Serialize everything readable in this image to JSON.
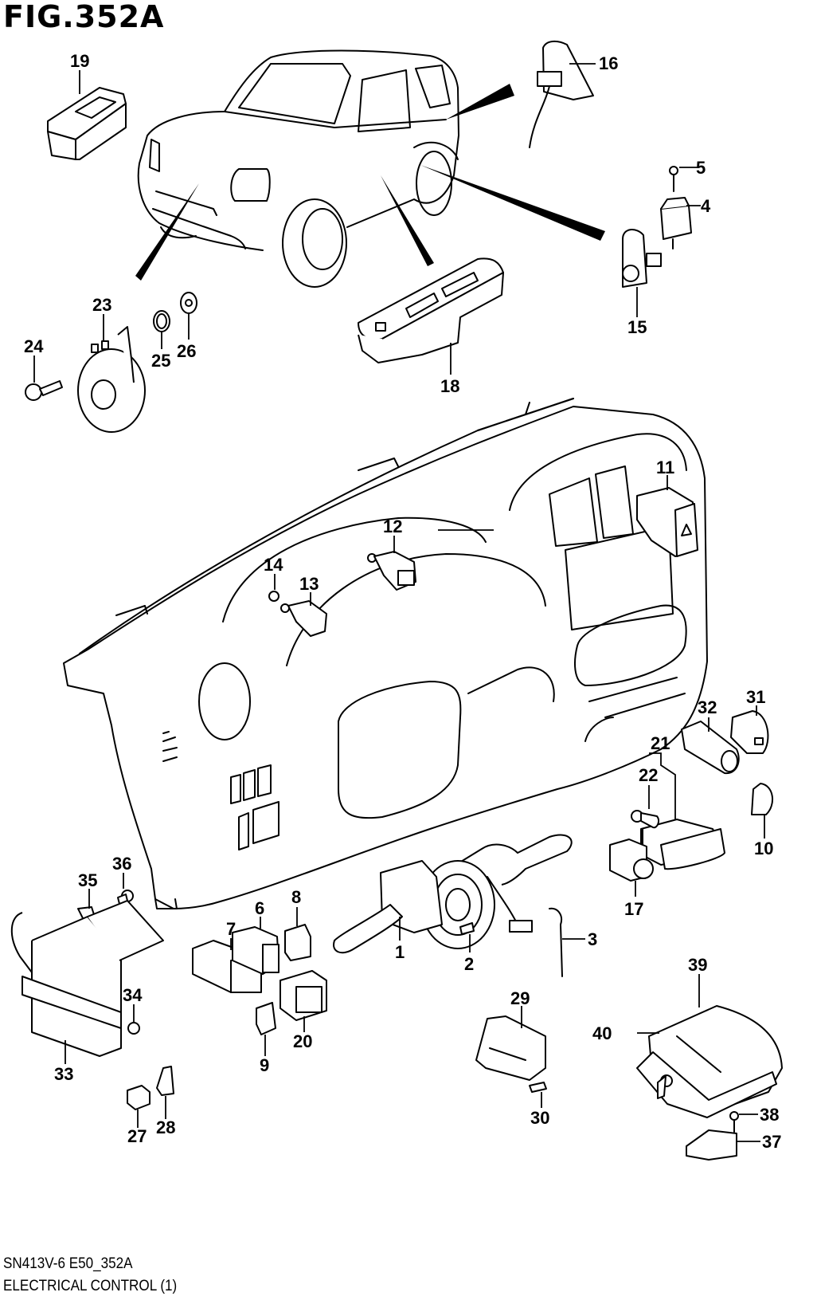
{
  "figure": {
    "id": "FIG.352A",
    "code": "SN413V-6 E50_352A",
    "title": "ELECTRICAL CONTROL (1)"
  },
  "callouts": [
    {
      "key": "p1",
      "label": "1"
    },
    {
      "key": "p2",
      "label": "2"
    },
    {
      "key": "p3",
      "label": "3"
    },
    {
      "key": "p4",
      "label": "4"
    },
    {
      "key": "p5",
      "label": "5"
    },
    {
      "key": "p6",
      "label": "6"
    },
    {
      "key": "p7",
      "label": "7"
    },
    {
      "key": "p8",
      "label": "8"
    },
    {
      "key": "p9",
      "label": "9"
    },
    {
      "key": "p10",
      "label": "10"
    },
    {
      "key": "p11",
      "label": "11"
    },
    {
      "key": "p12",
      "label": "12"
    },
    {
      "key": "p13",
      "label": "13"
    },
    {
      "key": "p14",
      "label": "14"
    },
    {
      "key": "p15",
      "label": "15"
    },
    {
      "key": "p16",
      "label": "16"
    },
    {
      "key": "p17",
      "label": "17"
    },
    {
      "key": "p18",
      "label": "18"
    },
    {
      "key": "p19",
      "label": "19"
    },
    {
      "key": "p20",
      "label": "20"
    },
    {
      "key": "p21",
      "label": "21"
    },
    {
      "key": "p22",
      "label": "22"
    },
    {
      "key": "p23",
      "label": "23"
    },
    {
      "key": "p24",
      "label": "24"
    },
    {
      "key": "p25",
      "label": "25"
    },
    {
      "key": "p26",
      "label": "26"
    },
    {
      "key": "p27",
      "label": "27"
    },
    {
      "key": "p28",
      "label": "28"
    },
    {
      "key": "p29",
      "label": "29"
    },
    {
      "key": "p30",
      "label": "30"
    },
    {
      "key": "p31",
      "label": "31"
    },
    {
      "key": "p32",
      "label": "32"
    },
    {
      "key": "p33",
      "label": "33"
    },
    {
      "key": "p34",
      "label": "34"
    },
    {
      "key": "p35",
      "label": "35"
    },
    {
      "key": "p36",
      "label": "36"
    },
    {
      "key": "p37",
      "label": "37"
    },
    {
      "key": "p38",
      "label": "38"
    },
    {
      "key": "p39",
      "label": "39"
    },
    {
      "key": "p40",
      "label": "40"
    }
  ]
}
